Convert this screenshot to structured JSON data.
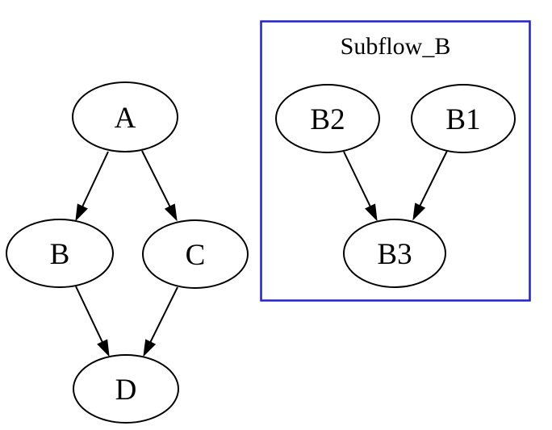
{
  "diagram": {
    "type": "flowchart",
    "background_color": "#ffffff",
    "node_fill_color": "#ffffff",
    "node_stroke_color": "#000000",
    "edge_color": "#000000",
    "cluster": {
      "label": "Subflow_B",
      "border_color": "#2121d1",
      "nodes": [
        "B2",
        "B1",
        "B3"
      ]
    },
    "nodes": [
      {
        "id": "A",
        "label": "A"
      },
      {
        "id": "B",
        "label": "B"
      },
      {
        "id": "C",
        "label": "C"
      },
      {
        "id": "D",
        "label": "D"
      },
      {
        "id": "B2",
        "label": "B2"
      },
      {
        "id": "B1",
        "label": "B1"
      },
      {
        "id": "B3",
        "label": "B3"
      }
    ],
    "edges": [
      {
        "from": "A",
        "to": "B"
      },
      {
        "from": "A",
        "to": "C"
      },
      {
        "from": "B",
        "to": "D"
      },
      {
        "from": "C",
        "to": "D"
      },
      {
        "from": "B2",
        "to": "B3"
      },
      {
        "from": "B1",
        "to": "B3"
      }
    ]
  }
}
